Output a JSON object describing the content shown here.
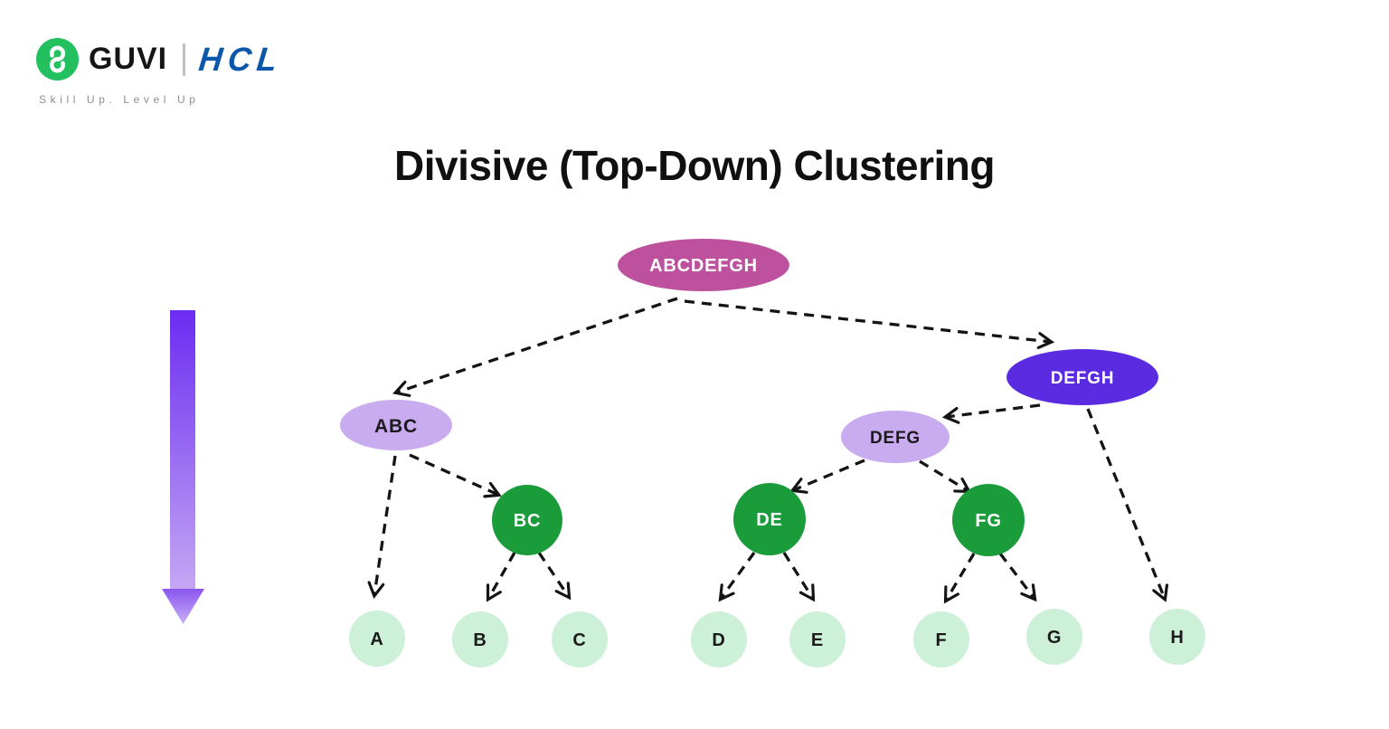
{
  "brand": {
    "guvi": "GUVI",
    "hcl": "HCL",
    "tagline": "Skill Up. Level Up"
  },
  "title": "Divisive (Top-Down) Clustering",
  "colors": {
    "guvi_green": "#23c060",
    "hcl_blue": "#0d57aa",
    "magenta": "#bd519e",
    "violet": "#5a2be0",
    "lavender": "#c9abef",
    "green": "#1b9c3b",
    "mint": "#cdf0d9",
    "edge": "#141414",
    "flow_top": "#6c2cf2",
    "flow_bottom": "#c4a7f3",
    "flow_head_top": "#8a55ef",
    "flow_head_tip": "#c9aef8"
  },
  "nodes": {
    "abcdefgh": "ABCDEFGH",
    "defgh": "DEFGH",
    "abc": "ABC",
    "defg": "DEFG",
    "bc": "BC",
    "de": "DE",
    "fg": "FG",
    "a": "A",
    "b": "B",
    "c": "C",
    "d": "D",
    "e": "E",
    "f": "F",
    "g": "G",
    "h": "H"
  },
  "edges": [
    {
      "from": "ABCDEFGH",
      "to": "ABC"
    },
    {
      "from": "ABCDEFGH",
      "to": "DEFGH"
    },
    {
      "from": "DEFGH",
      "to": "DEFG"
    },
    {
      "from": "DEFGH",
      "to": "H"
    },
    {
      "from": "ABC",
      "to": "A"
    },
    {
      "from": "ABC",
      "to": "BC"
    },
    {
      "from": "BC",
      "to": "B"
    },
    {
      "from": "BC",
      "to": "C"
    },
    {
      "from": "DEFG",
      "to": "DE"
    },
    {
      "from": "DEFG",
      "to": "FG"
    },
    {
      "from": "DE",
      "to": "D"
    },
    {
      "from": "DE",
      "to": "E"
    },
    {
      "from": "FG",
      "to": "F"
    },
    {
      "from": "FG",
      "to": "G"
    }
  ]
}
